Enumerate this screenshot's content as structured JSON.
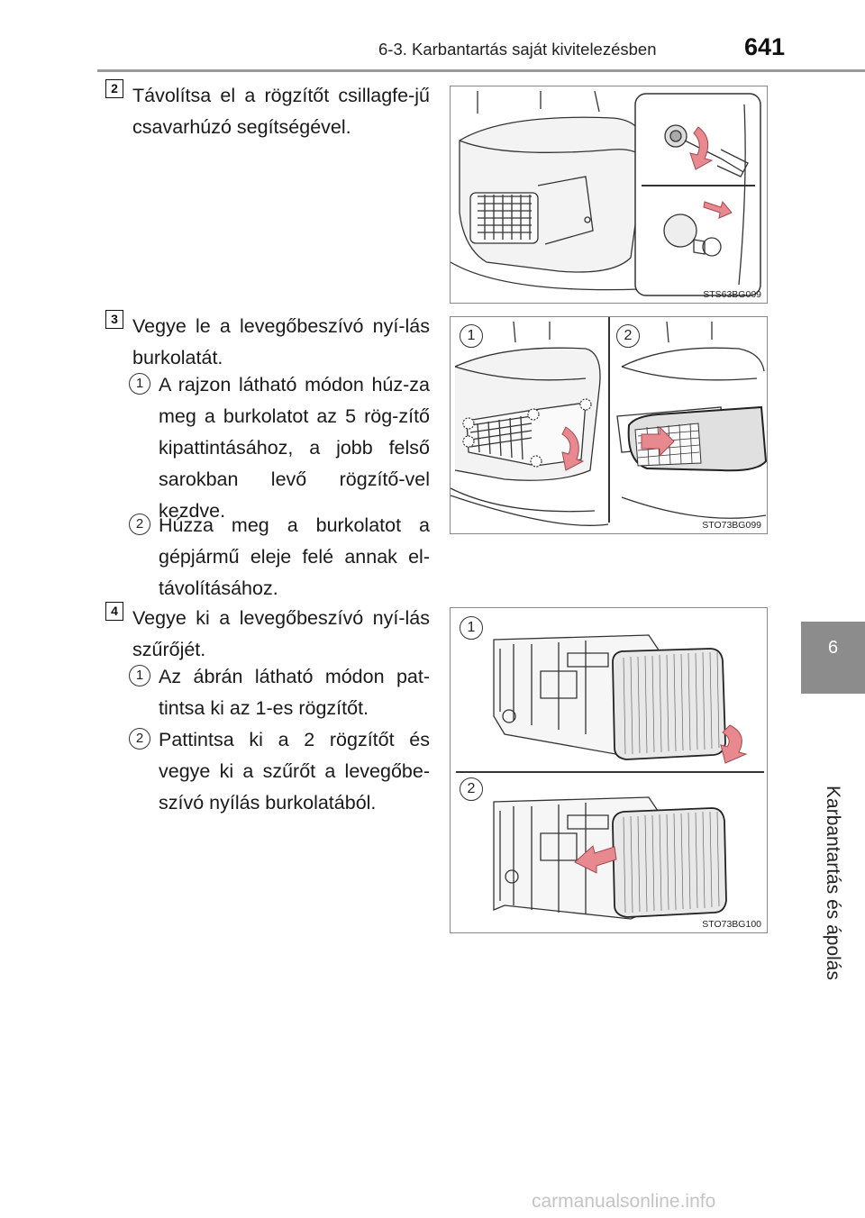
{
  "header": {
    "section_title": "6-3. Karbantartás saját kivitelezésben",
    "page_number": "641"
  },
  "side_tab": {
    "chapter": "6",
    "label": "Karbantartás és ápolás"
  },
  "steps": [
    {
      "number": "2",
      "text": "Távolítsa el a rögzítőt csillagfe-jű csavarhúzó segítségével.",
      "figure_code": "STS63BG009"
    },
    {
      "number": "3",
      "text": "Vegye le a levegőbeszívó nyí-lás burkolatát.",
      "substeps": [
        {
          "number": "1",
          "text": "A rajzon látható módon húz-za meg a burkolatot az 5 rög-zítő kipattintásához, a jobb felső sarokban levő rögzítő-vel kezdve."
        },
        {
          "number": "2",
          "text": "Húzza meg a burkolatot a gépjármű eleje felé annak el-távolításához."
        }
      ],
      "figure_code": "STO73BG099",
      "figure_labels": [
        "1",
        "2"
      ]
    },
    {
      "number": "4",
      "text": "Vegye ki a levegőbeszívó nyí-lás szűrőjét.",
      "substeps": [
        {
          "number": "1",
          "text": "Az ábrán látható módon pat-tintsa ki az 1-es rögzítőt."
        },
        {
          "number": "2",
          "text": "Pattintsa ki a 2 rögzítőt és vegye ki a szűrőt a levegőbe-szívó nyílás burkolatából."
        }
      ],
      "figure_code": "STO73BG100",
      "figure_labels": [
        "1",
        "2"
      ]
    }
  ],
  "colors": {
    "arrow_pink": "#e8898f",
    "side_tab_gray": "#8c8c8c",
    "header_rule": "#9a9a9a"
  },
  "watermark": "carmanualsonline.info"
}
